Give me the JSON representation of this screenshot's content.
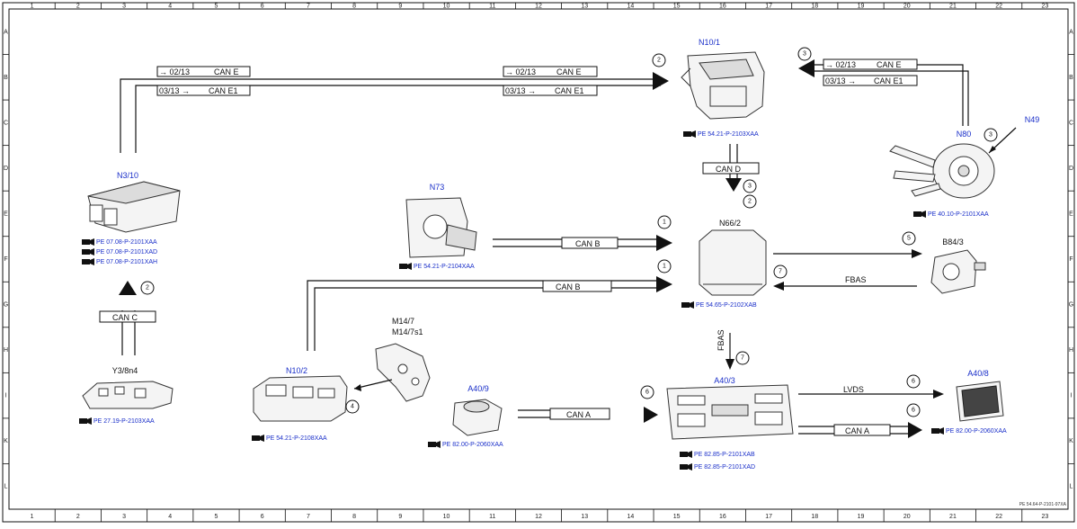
{
  "grid": {
    "columns": [
      "1",
      "2",
      "3",
      "4",
      "5",
      "6",
      "7",
      "8",
      "9",
      "10",
      "11",
      "12",
      "13",
      "14",
      "15",
      "16",
      "17",
      "18",
      "19",
      "20",
      "21",
      "22",
      "23"
    ],
    "rows": [
      "A",
      "B",
      "C",
      "D",
      "E",
      "F",
      "G",
      "H",
      "I",
      "K",
      "L"
    ]
  },
  "bus_labels": {
    "can_e": "CAN E",
    "can_e1": "CAN E1",
    "can_d": "CAN D",
    "can_c": "CAN C",
    "can_b": "CAN B",
    "can_a": "CAN A",
    "fbas": "FBAS",
    "lvds": "LVDS"
  },
  "sheet_refs": {
    "to_0213": "→ 02/13",
    "from_0313": "03/13 →",
    "to_0213_r": "→ 02/13",
    "from_0313_r": "03/13 →"
  },
  "components": {
    "n10_1": {
      "name": "N10/1",
      "refs": [
        "PE 54.21-P-2103XAA"
      ]
    },
    "n3_10": {
      "name": "N3/10",
      "refs": [
        "PE 07.08-P-2101XAA",
        "PE 07.08-P-2101XAD",
        "PE 07.08-P-2101XAH"
      ]
    },
    "n73": {
      "name": "N73",
      "refs": [
        "PE 54.21-P-2104XAA"
      ]
    },
    "n66_2": {
      "name": "N66/2",
      "refs": [
        "PE 54.65-P-2102XAB"
      ]
    },
    "n80": {
      "name": "N80",
      "refs": [
        "PE 40.10-P-2101XAA"
      ]
    },
    "n49": {
      "name": "N49"
    },
    "b84_3": {
      "name": "B84/3"
    },
    "y3_8n4": {
      "name": "Y3/8n4",
      "refs": [
        "PE 27.19-P-2103XAA"
      ]
    },
    "n10_2": {
      "name": "N10/2",
      "refs": [
        "PE 54.21-P-2108XAA"
      ]
    },
    "m14_7": {
      "name": "M14/7",
      "name2": "M14/7s1"
    },
    "a40_9": {
      "name": "A40/9",
      "refs": [
        "PE 82.00-P-2060XAA"
      ]
    },
    "a40_3": {
      "name": "A40/3",
      "refs": [
        "PE 82.85-P-2101XAB",
        "PE 82.85-P-2101XAD"
      ]
    },
    "a40_8": {
      "name": "A40/8",
      "refs": [
        "PE 82.00-P-2060XAA"
      ]
    }
  },
  "callouts": [
    "1",
    "2",
    "3",
    "4",
    "5",
    "6",
    "7"
  ],
  "footer_code": "PE 54.64-P-2101-97XA"
}
